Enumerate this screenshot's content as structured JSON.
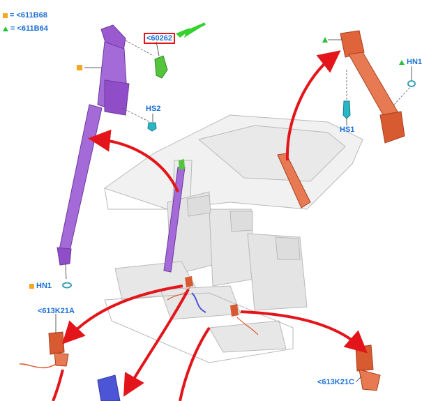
{
  "legend": {
    "square": {
      "label": "= <611B68",
      "color": "#f5a623"
    },
    "triangle": {
      "label": "= <611B64",
      "color": "#22c33a"
    }
  },
  "callouts": {
    "part_60262": "<60262",
    "hs2": "HS2",
    "hn1_right": "HN1",
    "hs1": "HS1",
    "hn1_left": "HN1",
    "buckle_left": "<613K21A",
    "buckle_right": "<613K21C"
  },
  "colors": {
    "label_blue": "#1a6fd6",
    "belt_purple": "#9b59d0",
    "belt_orange": "#e0643a",
    "arrow_red": "#e3151a",
    "arrow_green": "#36d12e",
    "grey_seats": "#d6d6d6"
  }
}
